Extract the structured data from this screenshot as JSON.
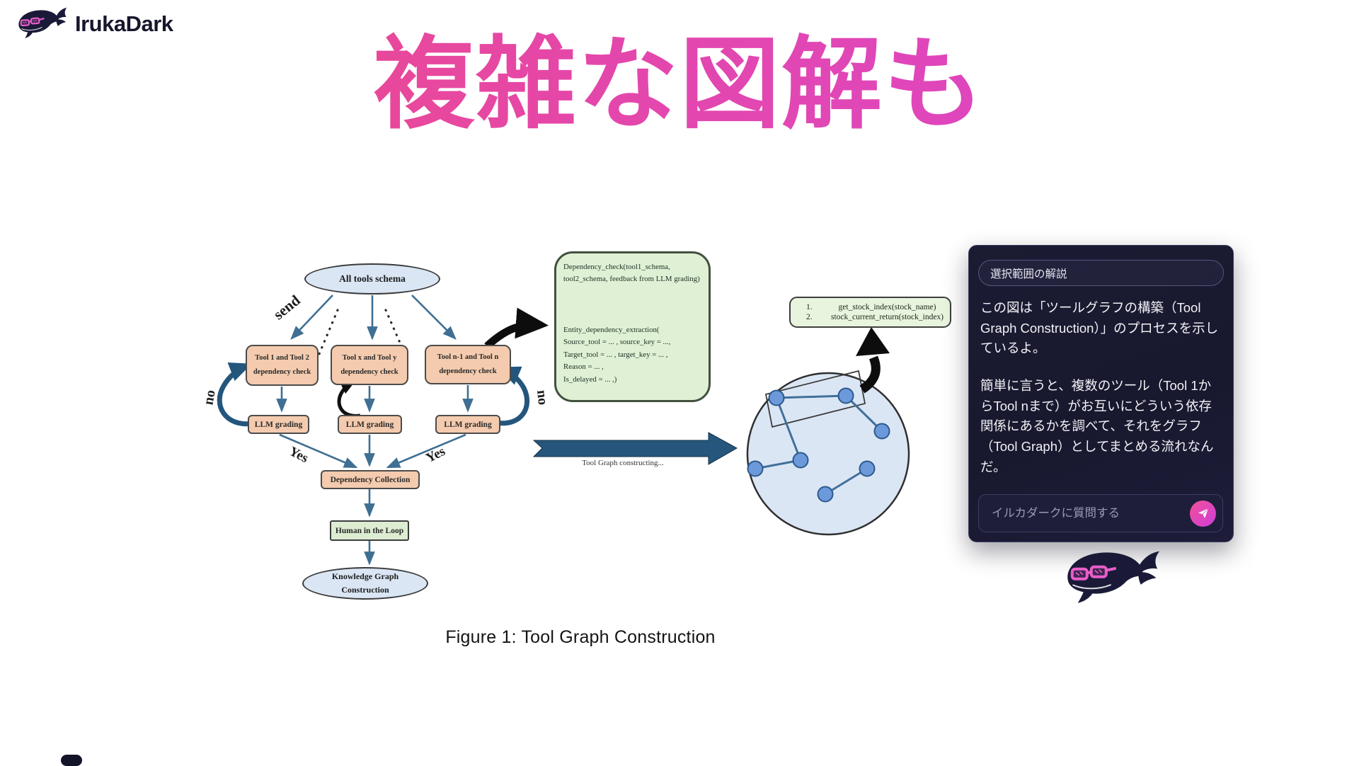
{
  "logo": {
    "text": "IrukaDark"
  },
  "title": "複雑な図解も",
  "caption": "Figure 1: Tool Graph Construction",
  "diagram": {
    "ellipse_top": "All tools schema",
    "send_label": "send",
    "boxes": [
      {
        "line1": "Tool 1 and Tool 2",
        "line2": "dependency check"
      },
      {
        "line1": "Tool x and Tool y",
        "line2": "dependency check"
      },
      {
        "line1": "Tool n-1 and Tool n",
        "line2": "dependency check"
      }
    ],
    "llm_labels": [
      "LLM grading",
      "LLM grading",
      "LLM grading"
    ],
    "no_labels": [
      "no",
      "no"
    ],
    "yes_labels": [
      "Yes",
      "Yes"
    ],
    "dependency_collection": "Dependency Collection",
    "human_in_loop": "Human in the Loop",
    "kg_line1": "Knowledge Graph",
    "kg_line2": "Construction",
    "code_box": {
      "lines_top": [
        "Dependency_check(tool1_schema,",
        "tool2_schema, feedback from LLM grading)"
      ],
      "lines_bottom": [
        "Entity_dependency_extraction(",
        "Source_tool = ... , source_key = ...,",
        "Target_tool = ... , target_key = ... ,",
        "Reason = ... ,",
        "Is_delayed = ... ,)"
      ]
    },
    "stock_box": {
      "items": [
        {
          "num": "1.",
          "text": "get_stock_index(stock_name)"
        },
        {
          "num": "2.",
          "text": "stock_current_return(stock_index)"
        }
      ]
    },
    "tool_graph_label": "Tool Graph constructing..."
  },
  "panel": {
    "header": "選択範囲の解説",
    "paragraph1": "この図は「ツールグラフの構築（Tool Graph Construction）」のプロセスを示しているよ。",
    "paragraph2": "簡単に言うと、複数のツール（Tool 1からTool nまで）がお互いにどういう依存関係にあるかを調べて、それをグラフ（Tool Graph）としてまとめる流れなんだ。",
    "input_placeholder": "イルカダークに質問する"
  },
  "colors": {
    "title_gradient_start": "#f0497f",
    "title_gradient_end": "#d946cf",
    "logo_navy": "#16162c",
    "panel_bg": "#1b1b33",
    "send_pink": "#ee4f9d",
    "arrow_blue": "#3f6f92",
    "thick_arrow": "#26567b",
    "peach_box": "#f4cbae",
    "green_box": "#dff0d4",
    "blue_ellipse": "#dae6f4",
    "graph_node": "#6c99da"
  }
}
